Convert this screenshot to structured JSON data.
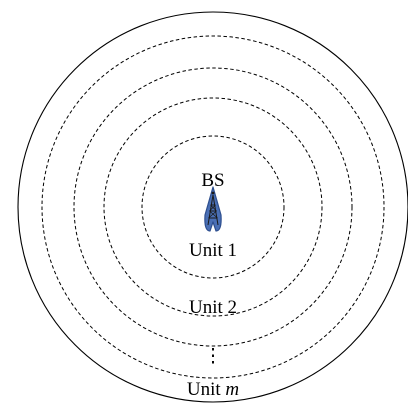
{
  "diagram": {
    "base_station_label": "BS",
    "units": [
      {
        "label": "Unit 1"
      },
      {
        "label": "Unit 2"
      }
    ],
    "ellipsis": "⋮",
    "last_unit": {
      "prefix": "Unit ",
      "variable": "m"
    },
    "colors": {
      "tower_fill": "#4a6fb5",
      "tower_outline": "#2e4f8f",
      "tower_structure": "#1a1a1a",
      "line": "#000000"
    },
    "icons": {
      "base_station": "antenna-tower-icon"
    }
  }
}
